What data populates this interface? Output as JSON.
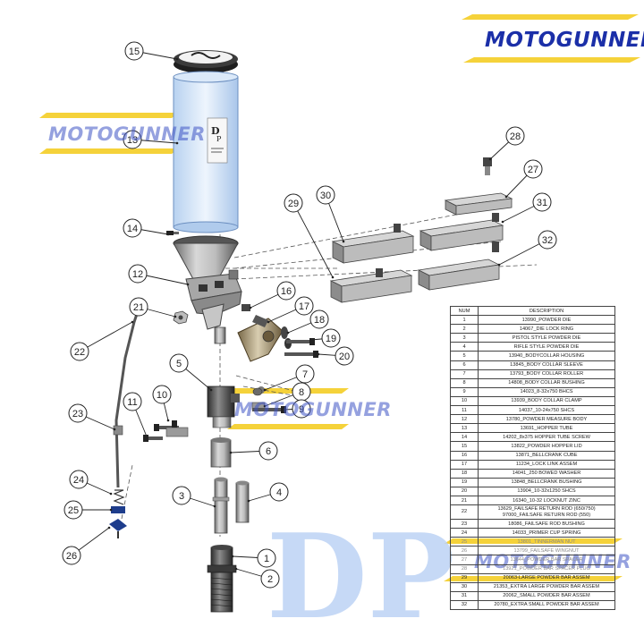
{
  "brand": {
    "name": "MOTOGUNNER",
    "watermark": "MOTOGUNNER",
    "logo_letters": "DP",
    "colors": {
      "brand_blue": "#1b2fa8",
      "stripe_yellow": "#f5d23a",
      "logo_blue": "#bcd2f4"
    }
  },
  "callouts": [
    "15",
    "13",
    "14",
    "12",
    "21",
    "22",
    "23",
    "24",
    "25",
    "26",
    "11",
    "10",
    "5",
    "16",
    "17",
    "18",
    "19",
    "20",
    "7",
    "8",
    "9",
    "6",
    "3",
    "4",
    "1",
    "2",
    "28",
    "27",
    "30",
    "29",
    "31",
    "32"
  ],
  "parts_table": {
    "headers": [
      "NUM",
      "DESCRIPTION"
    ],
    "rows": [
      [
        "1",
        "13990_POWDER DIE"
      ],
      [
        "2",
        "14067_DIE LOCK RING"
      ],
      [
        "3",
        "PISTOL STYLE POWDER DIE"
      ],
      [
        "4",
        "RIFLE STYLE POWDER DIE"
      ],
      [
        "5",
        "13940_BODYCOLLAR HOUSING"
      ],
      [
        "6",
        "13845_BODY COLLAR SLEEVE"
      ],
      [
        "7",
        "13793_BODY COLLAR ROLLER"
      ],
      [
        "8",
        "14808_BODY COLLAR BUSHING"
      ],
      [
        "9",
        "14023_8-32x750 BHCS"
      ],
      [
        "10",
        "13939_BODY COLLAR CLAMP"
      ],
      [
        "11",
        "14037_10-24x750 SHCS"
      ],
      [
        "12",
        "13780_POWDER MEASURE BODY"
      ],
      [
        "13",
        "13691_HOPPER TUBE"
      ],
      [
        "14",
        "14202_8x375 HOPPER TUBE SCREW"
      ],
      [
        "15",
        "13822_POWDER HOPPER LID"
      ],
      [
        "16",
        "13871_BELLCRANK CUBE"
      ],
      [
        "17",
        "11234_LOCK LINK ASSEM"
      ],
      [
        "18",
        "14041_250 BOWED WASHER"
      ],
      [
        "19",
        "13848_BELLCRANK BUSHING"
      ],
      [
        "20",
        "13904_10-32x1250 SHCS"
      ],
      [
        "21",
        "16340_10-32 LOCKNUT ZINC"
      ],
      [
        "22",
        "13629_FAILSAFE RETURN ROD (650/750) 97000_FAILSAFE RETURN ROD (550)"
      ],
      [
        "23",
        "18086_FAILSAFE ROD BUSHING"
      ],
      [
        "24",
        "14033_PRIMER CUP SPRING"
      ],
      [
        "25",
        "13801_TINNERMAN NUT"
      ],
      [
        "26",
        "13799_FAILSAFE WINGNUT"
      ],
      [
        "27",
        "13644_POWDER BAR SPACER"
      ],
      [
        "28",
        "13921_POWDER BAR SPACER PLUG"
      ],
      [
        "29",
        "20063-LARGE POWDER BAR ASSEM"
      ],
      [
        "30",
        "21353_EXTRA LARGE POWDER BAR ASSEM"
      ],
      [
        "31",
        "20062_SMALL POWDER BAR ASSEM"
      ],
      [
        "32",
        "20780_EXTRA SMALL POWDER BAR ASSEM"
      ]
    ]
  }
}
